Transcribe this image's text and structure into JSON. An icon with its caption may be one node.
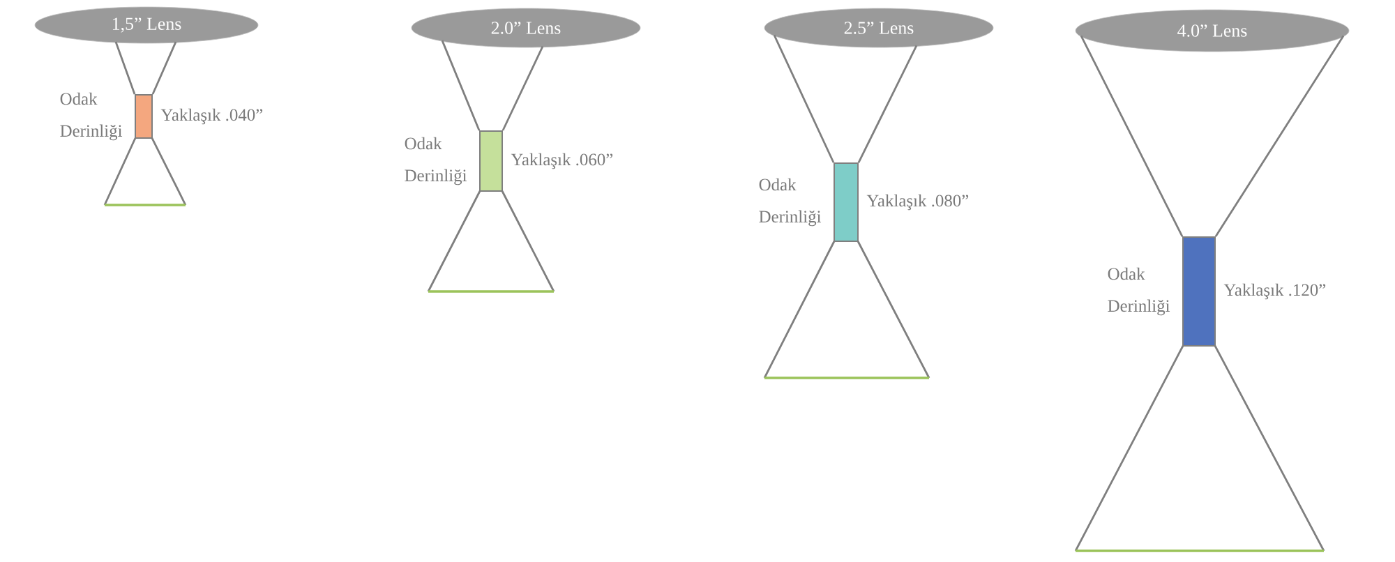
{
  "diagram": {
    "nodes": [
      {
        "text": [
          "1,5” Lens"
        ]
      },
      {
        "text": [],
        "shape": "box",
        "beside": [
          "Odak Derinliği",
          "Yaklaşık .040”"
        ]
      },
      {
        "text": [
          "2.0” Lens"
        ]
      },
      {
        "text": [],
        "shape": "box",
        "beside": [
          "Odak Derinliği",
          "Yaklaşık .060”"
        ]
      },
      {
        "text": [
          "2.5” Lens"
        ]
      },
      {
        "text": [],
        "shape": "box",
        "beside": [
          "Odak Derinliği",
          "Yaklaşık .080”"
        ]
      },
      {
        "text": [
          "4.0” Lens"
        ]
      },
      {
        "text": [],
        "shape": "box",
        "beside": [
          "Odak Derinliği",
          "Yaklaşık .120”"
        ]
      }
    ],
    "edges": [
      {
        "from": 0,
        "to": 1,
        "arrow": "none"
      },
      {
        "from": 0,
        "to": 1,
        "arrow": "none"
      },
      {
        "from": 2,
        "to": 3,
        "arrow": "none"
      },
      {
        "from": 2,
        "to": 3,
        "arrow": "none"
      },
      {
        "from": 4,
        "to": 5,
        "arrow": "none"
      },
      {
        "from": 4,
        "to": 5,
        "arrow": "none"
      },
      {
        "from": 6,
        "to": 7,
        "arrow": "none"
      },
      {
        "from": 6,
        "to": 7,
        "arrow": "none"
      }
    ]
  }
}
